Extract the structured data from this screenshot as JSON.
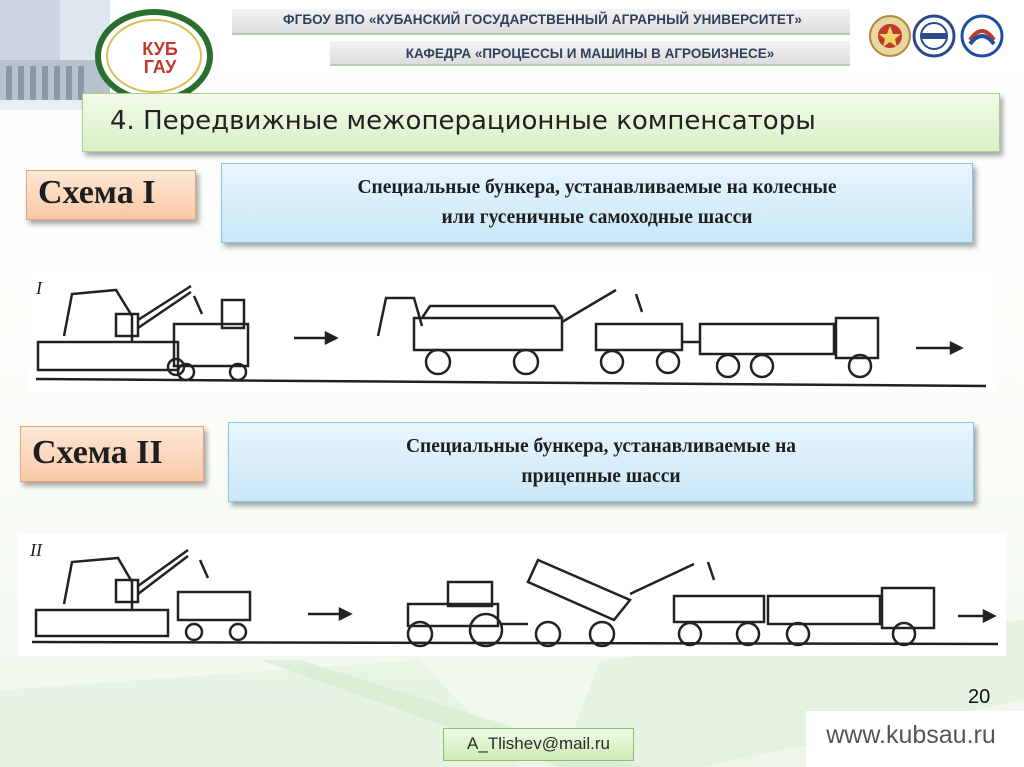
{
  "header": {
    "logo_text": "КУБ ГАУ",
    "university": "ФГБОУ ВПО «КУБАНСКИЙ ГОСУДАРСТВЕННЫЙ АГРАРНЫЙ УНИВЕРСИТЕТ»",
    "department": "КАФЕДРА «ПРОЦЕССЫ И МАШИНЫ В АГРОБИЗНЕСЕ»"
  },
  "slide": {
    "title": "4. Передвижные межоперационные компенсаторы"
  },
  "scheme1": {
    "label": "Схема I",
    "description_line1": "Специальные бункера, устанавливаемые на колесные",
    "description_line2": "или гусеничные самоходные шасси",
    "figure_mark": "I"
  },
  "scheme2": {
    "label": "Схема II",
    "description_line1": "Специальные бункера, устанавливаемые на",
    "description_line2": "прицепные шасси",
    "figure_mark": "II"
  },
  "footer": {
    "page_number": "20",
    "email": "A_Tlishev@mail.ru",
    "website": "www.kubsau.ru"
  },
  "colors": {
    "title_box": "#d9f0c6",
    "scheme_box": "#f8c9a6",
    "desc_box": "#c9e7f7",
    "header_text": "#2f3f5c"
  }
}
